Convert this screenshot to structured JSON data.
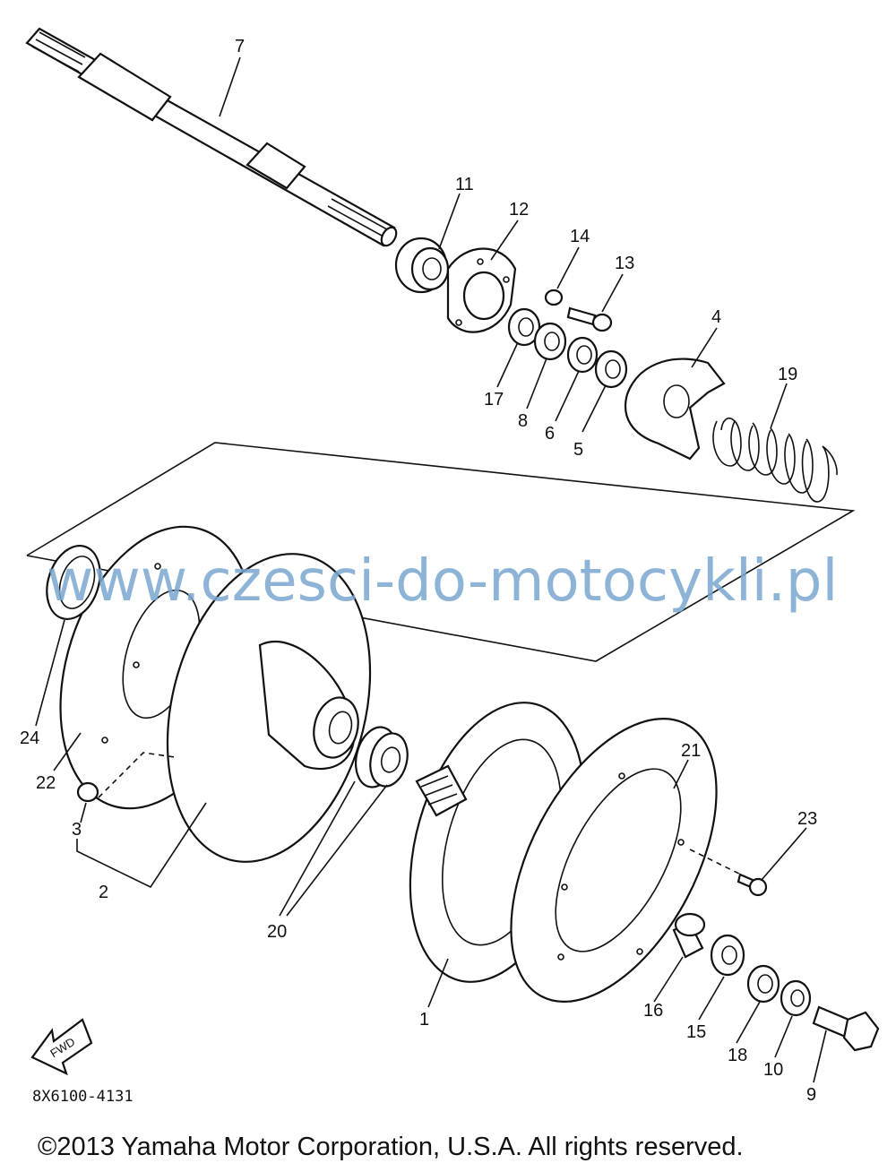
{
  "parts": {
    "p1": "1",
    "p2": "2",
    "p3": "3",
    "p4": "4",
    "p5": "5",
    "p6": "6",
    "p7": "7",
    "p8": "8",
    "p9": "9",
    "p10": "10",
    "p11": "11",
    "p12": "12",
    "p13": "13",
    "p14": "14",
    "p15": "15",
    "p16": "16",
    "p17": "17",
    "p18": "18",
    "p19": "19",
    "p20": "20",
    "p21": "21",
    "p22": "22",
    "p23": "23",
    "p24": "24"
  },
  "fwd_label": "FWD",
  "watermark": "www.czesci-do-motocykli.pl",
  "diagram_code": "8X6100-4131",
  "copyright": "©2013 Yamaha Motor Corporation, U.S.A. All rights reserved."
}
